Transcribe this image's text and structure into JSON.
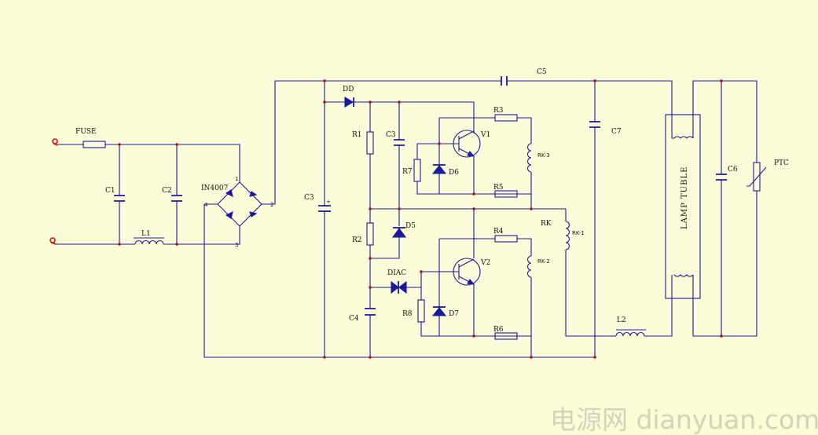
{
  "diagram": {
    "labels": {
      "fuse": "FUSE",
      "c1": "C1",
      "c2": "C2",
      "l1": "L1",
      "bridge": "IN4007",
      "pin1": "1",
      "pin2": "2",
      "pin3": "3",
      "pin4": "4",
      "c3_bulk": "C3",
      "dd": "DD",
      "r1": "R1",
      "c3": "C3",
      "r7": "R7",
      "d6": "D6",
      "v1": "V1",
      "r3": "R3",
      "rk3": "RK-3",
      "r5": "R5",
      "r2": "R2",
      "d5": "D5",
      "rk": "RK",
      "rk1": "RK-1",
      "r4": "R4",
      "v2": "V2",
      "rk2": "RK-2",
      "diac": "DIAC",
      "r8": "R8",
      "d7": "D7",
      "c4": "C4",
      "r6": "R6",
      "c5": "C5",
      "c7": "C7",
      "l2": "L2",
      "lamp": "LAMP TUBLE",
      "c6": "C6",
      "ptc": "PTC",
      "plus": "+"
    },
    "watermark": "电源网  dianyuan.com",
    "colors": {
      "background": "#fcfcd8",
      "wire": "#1a1aa0",
      "terminal": "#cc1111",
      "junction": "#aa1111",
      "watermark": "#d3d3b9"
    }
  }
}
